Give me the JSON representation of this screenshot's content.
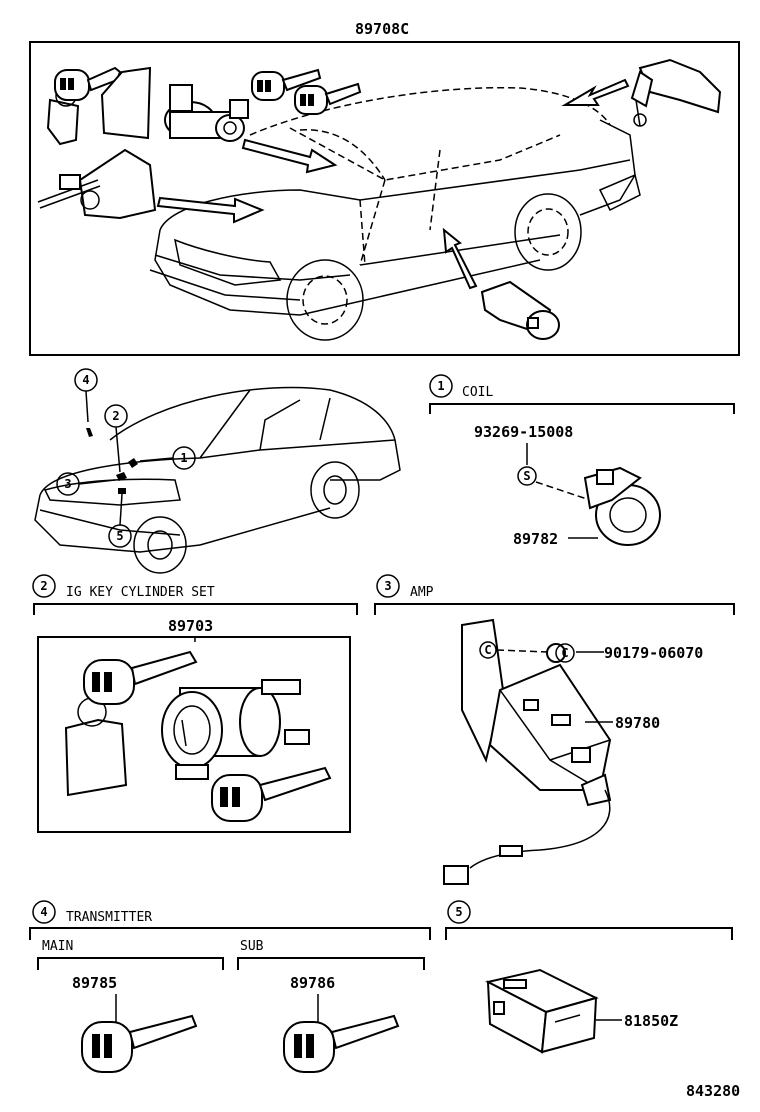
{
  "diagram_code": "843280",
  "top_set": {
    "part_number": "89708C"
  },
  "car_callouts": [
    "1",
    "2",
    "3",
    "4",
    "5"
  ],
  "sections": [
    {
      "id": "coil",
      "index": "1",
      "title": "COIL",
      "parts": [
        "93269-15008",
        "89782"
      ]
    },
    {
      "id": "ig",
      "index": "2",
      "title": "IG KEY CYLINDER SET",
      "parts": [
        "89703"
      ]
    },
    {
      "id": "amp",
      "index": "3",
      "title": "AMP",
      "parts": [
        "90179-06070",
        "89780"
      ]
    },
    {
      "id": "transmitter",
      "index": "4",
      "title": "TRANSMITTER",
      "sub": [
        {
          "title": "MAIN",
          "part": "89785"
        },
        {
          "title": "SUB",
          "part": "89786"
        }
      ]
    },
    {
      "id": "unit5",
      "index": "5",
      "title": "",
      "parts": [
        "81850Z"
      ]
    }
  ],
  "symbols": {
    "s": "S",
    "c": "C"
  }
}
